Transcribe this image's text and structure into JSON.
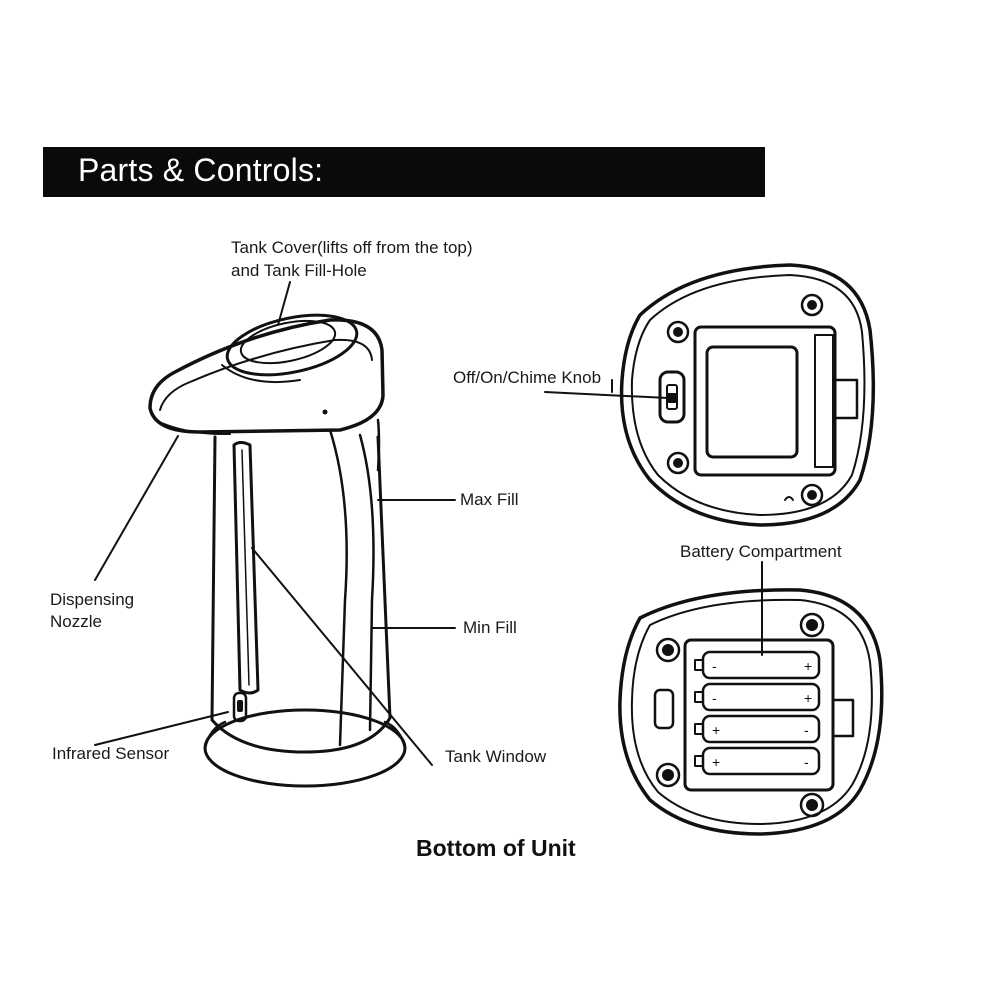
{
  "header": {
    "title": "Parts & Controls:"
  },
  "labels": {
    "tank_cover_line1": "Tank Cover(lifts off from the top)",
    "tank_cover_line2": "and Tank Fill-Hole",
    "dispensing_line1": "Dispensing",
    "dispensing_line2": "Nozzle",
    "infrared_sensor": "Infrared Sensor",
    "max_fill": "Max Fill",
    "min_fill": "Min Fill",
    "tank_window": "Tank Window",
    "off_on_chime": "Off/On/Chime Knob",
    "battery_compartment": "Battery Compartment"
  },
  "caption": "Bottom of Unit",
  "battery_polarity": [
    "-",
    "+",
    "-",
    "+",
    "+",
    "-",
    "+",
    "-"
  ]
}
